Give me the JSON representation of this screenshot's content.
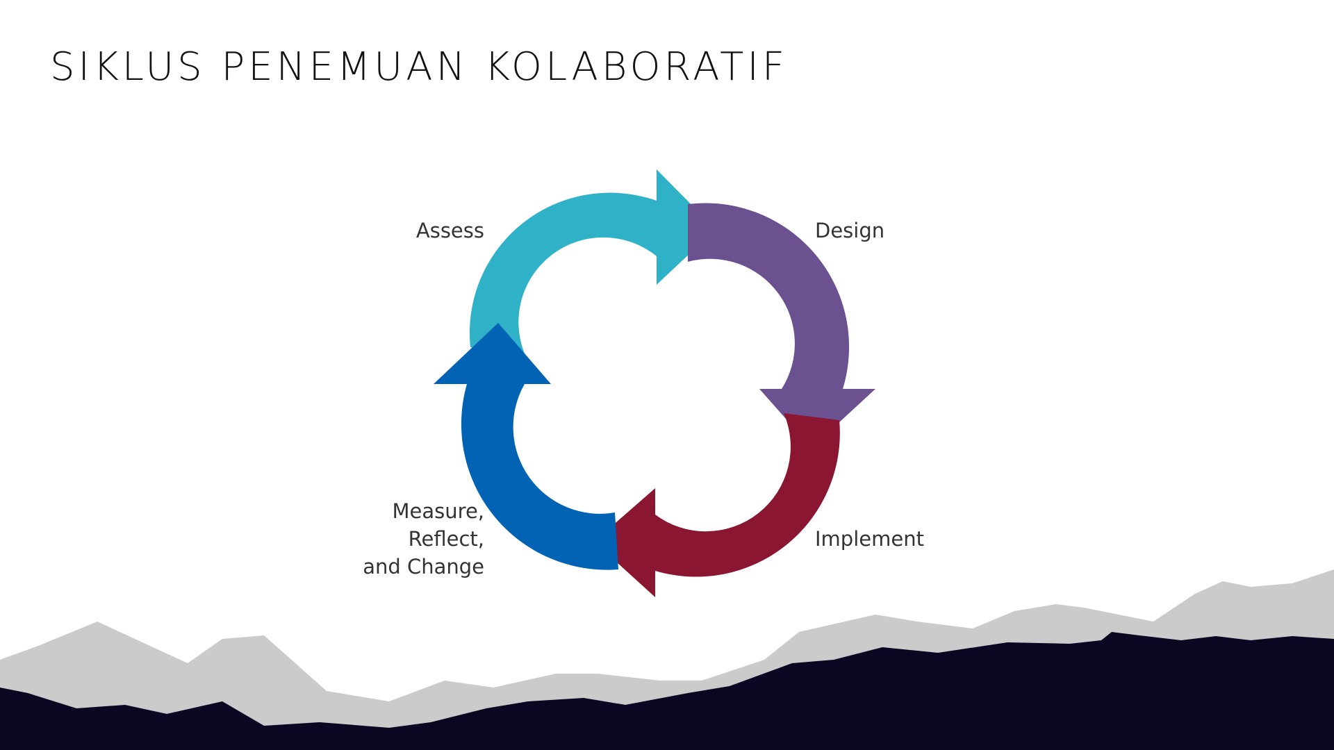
{
  "slide": {
    "title": "SIKLUS PENEMUAN KOLABORATIF"
  },
  "cycle": {
    "stages": [
      {
        "id": "assess",
        "lines": [
          "Assess"
        ],
        "color": "#2fb1c7"
      },
      {
        "id": "design",
        "lines": [
          "Design"
        ],
        "color": "#6b5190"
      },
      {
        "id": "implement",
        "lines": [
          "Implement"
        ],
        "color": "#8a1631"
      },
      {
        "id": "measure",
        "lines": [
          "Measure,",
          "Reflect,",
          "and Change"
        ],
        "color": "#0263b4"
      }
    ]
  },
  "background": {
    "mountain_light": "#cbcbcb",
    "mountain_dark": "#0b0722"
  }
}
